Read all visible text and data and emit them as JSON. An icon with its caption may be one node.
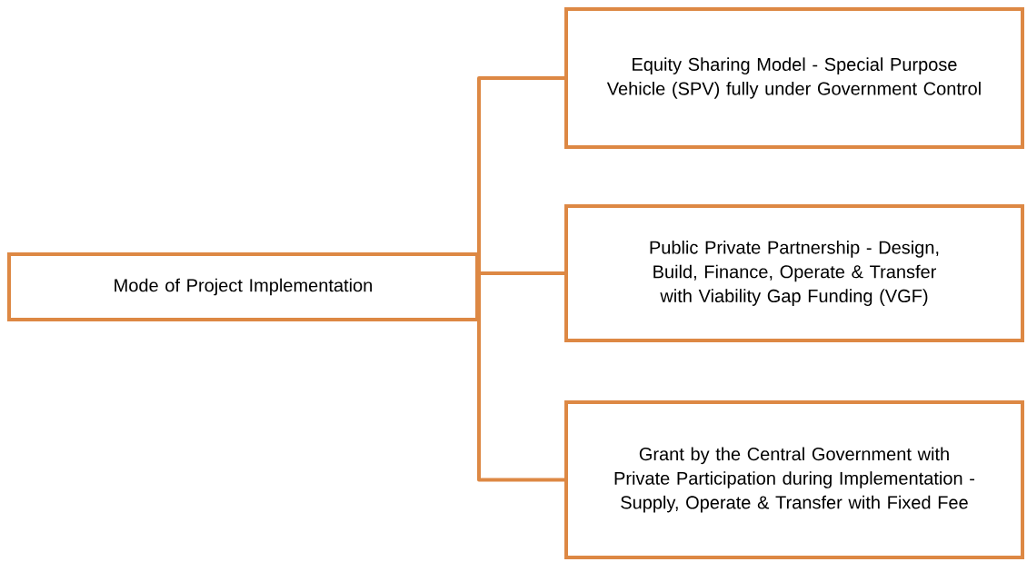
{
  "diagram": {
    "nodes": [
      {
        "text": [
          "Mode of Project Implementation"
        ]
      },
      {
        "text": [
          "Equity Sharing Model - Special Purpose Vehicle (SPV) fully under Government Control"
        ]
      },
      {
        "text": [
          "Public Private Partnership - Design, Build, Finance, Operate & Transfer with Viability Gap Funding (VGF)"
        ]
      },
      {
        "text": [
          "Grant by the Central Government with Private Participation during Implementation - Supply, Operate & Transfer with Fixed Fee"
        ]
      }
    ],
    "edges": [
      {
        "from": 0,
        "to": 1,
        "arrow": "none"
      },
      {
        "from": 0,
        "to": 2,
        "arrow": "none"
      },
      {
        "from": 0,
        "to": 3,
        "arrow": "none"
      }
    ]
  }
}
